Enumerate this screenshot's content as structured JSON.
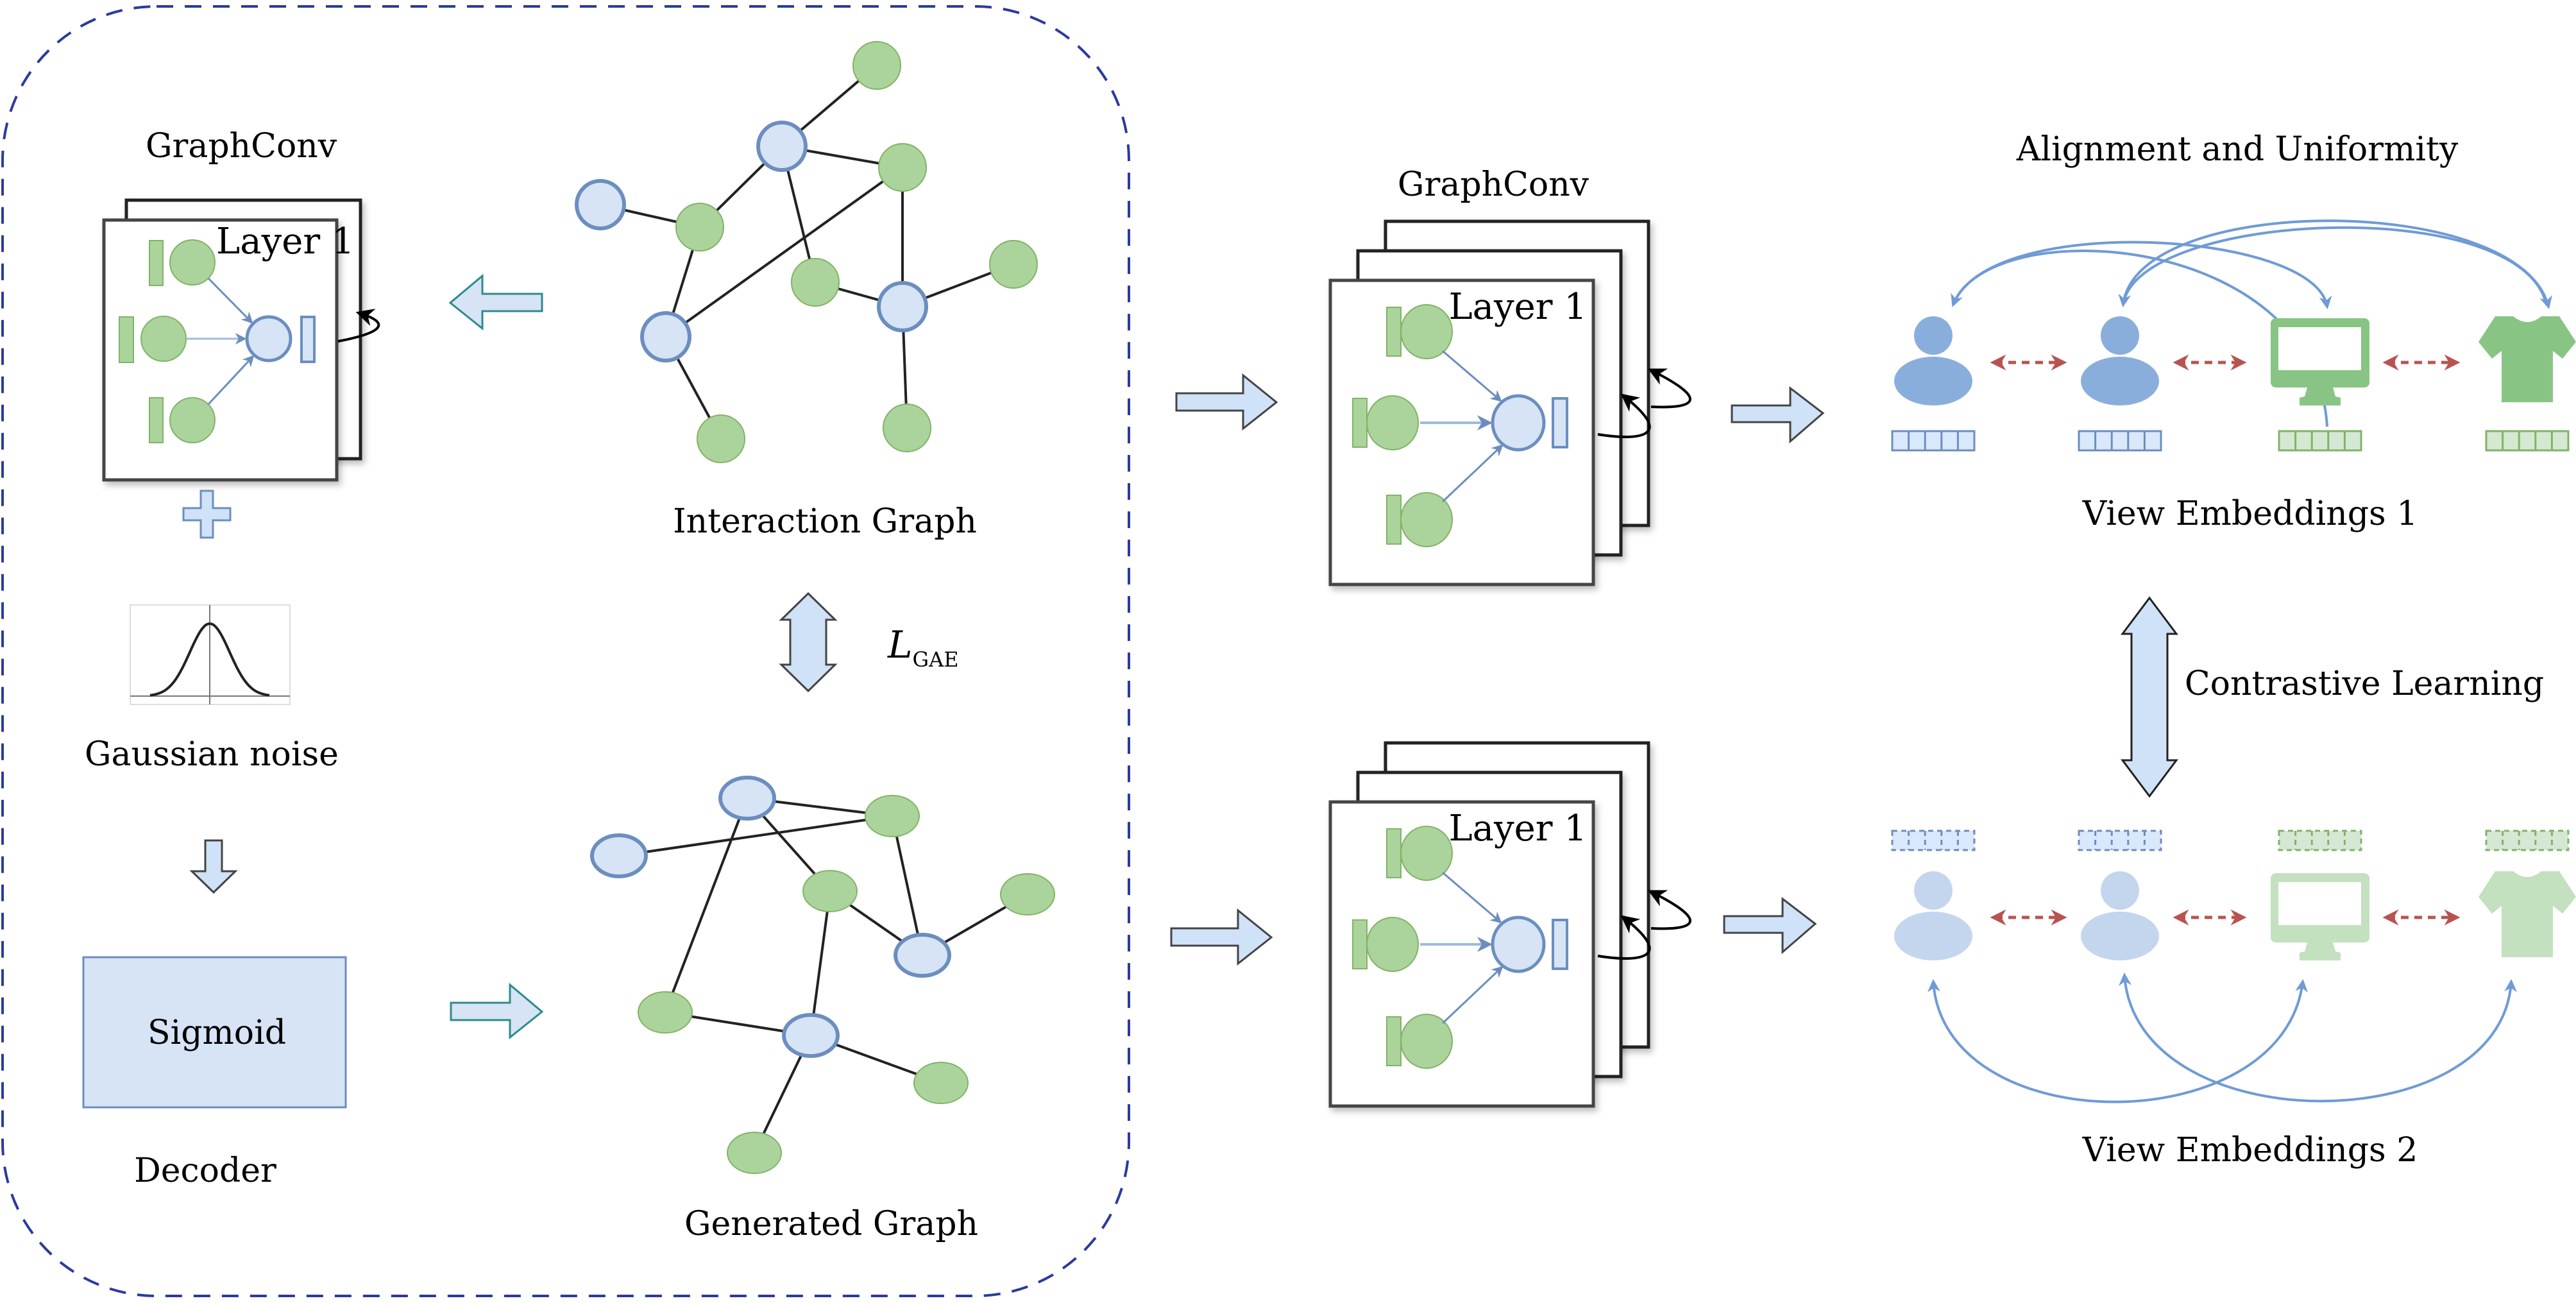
{
  "colors": {
    "user_node_fill": "#d6e4f5",
    "user_node_stroke": "#6c8ebf",
    "item_node_fill": "#abd49c",
    "item_node_stroke": "#82b366",
    "border_dashed": "#2b3a9e",
    "arrow_fill": "#cfe2f7",
    "arrow_stroke_dark": "#444444",
    "arrow_stroke_teal": "#2e8b8b",
    "icon_blue": "#8aaedc",
    "icon_blue_light": "#c4d6ee",
    "icon_green": "#88c484",
    "icon_green_light": "#c3e0bf",
    "pair_arrow": "#b85450",
    "curve_arrow": "#6f9bd6",
    "sigmoid_fill": "#d6e4f5",
    "sigmoid_stroke": "#6c8ebf"
  },
  "encoder": {
    "title": "GraphConv",
    "layer_label": "Layer 1"
  },
  "noise": {
    "label": "Gaussian noise",
    "icon": "gaussian-curve-icon",
    "op_icon": "plus-icon"
  },
  "decoder": {
    "box_label": "Sigmoid",
    "label": "Decoder"
  },
  "interaction_graph": {
    "label": "Interaction Graph",
    "nodes": [
      {
        "id": "u1",
        "type": "user"
      },
      {
        "id": "u2",
        "type": "user"
      },
      {
        "id": "u3",
        "type": "user"
      },
      {
        "id": "u4",
        "type": "user"
      },
      {
        "id": "i1",
        "type": "item"
      },
      {
        "id": "i2",
        "type": "item"
      },
      {
        "id": "i3",
        "type": "item"
      },
      {
        "id": "i4",
        "type": "item"
      },
      {
        "id": "i5",
        "type": "item"
      },
      {
        "id": "i6",
        "type": "item"
      },
      {
        "id": "i7",
        "type": "item"
      }
    ],
    "edges": [
      [
        "u1",
        "i1"
      ],
      [
        "u1",
        "i2"
      ],
      [
        "u1",
        "i3"
      ],
      [
        "u1",
        "i4"
      ],
      [
        "u2",
        "i2"
      ],
      [
        "u3",
        "i2"
      ],
      [
        "u3",
        "i4"
      ],
      [
        "u3",
        "i6"
      ],
      [
        "u4",
        "i4"
      ],
      [
        "u4",
        "i5"
      ],
      [
        "u4",
        "i7"
      ],
      [
        "u4",
        "i3"
      ]
    ]
  },
  "loss": {
    "symbol": "L",
    "subscript": "GAE"
  },
  "generated_graph": {
    "label": "Generated Graph",
    "nodes": [
      {
        "id": "u1",
        "type": "user"
      },
      {
        "id": "u2",
        "type": "user"
      },
      {
        "id": "u3",
        "type": "user"
      },
      {
        "id": "u4",
        "type": "user"
      },
      {
        "id": "i1",
        "type": "item"
      },
      {
        "id": "i2",
        "type": "item"
      },
      {
        "id": "i3",
        "type": "item"
      },
      {
        "id": "i4",
        "type": "item"
      },
      {
        "id": "i5",
        "type": "item"
      },
      {
        "id": "i6",
        "type": "item"
      }
    ],
    "edges": [
      [
        "u1",
        "i1"
      ],
      [
        "u1",
        "i2"
      ],
      [
        "u1",
        "i4"
      ],
      [
        "u2",
        "i4"
      ],
      [
        "u3",
        "i1"
      ],
      [
        "u3",
        "i2"
      ],
      [
        "u3",
        "i3"
      ],
      [
        "u3",
        "i5"
      ],
      [
        "u4",
        "i4"
      ],
      [
        "u4",
        "i2"
      ],
      [
        "u4",
        "i6"
      ]
    ]
  },
  "view_encoders": [
    {
      "title": "GraphConv",
      "layer_label": "Layer 1"
    },
    {
      "title": "",
      "layer_label": "Layer 1"
    }
  ],
  "alignment": {
    "title": "Alignment and Uniformity"
  },
  "contrastive": {
    "label": "Contrastive Learning"
  },
  "views": [
    {
      "label": "View Embeddings 1",
      "entities": [
        {
          "kind": "user",
          "icon": "user-icon"
        },
        {
          "kind": "user",
          "icon": "user-icon"
        },
        {
          "kind": "item",
          "icon": "monitor-icon"
        },
        {
          "kind": "item",
          "icon": "tshirt-icon"
        }
      ],
      "embedding_cells": 5,
      "embedding_style": "solid"
    },
    {
      "label": "View Embeddings 2",
      "entities": [
        {
          "kind": "user",
          "icon": "user-icon"
        },
        {
          "kind": "user",
          "icon": "user-icon"
        },
        {
          "kind": "item",
          "icon": "monitor-icon"
        },
        {
          "kind": "item",
          "icon": "tshirt-icon"
        }
      ],
      "embedding_cells": 5,
      "embedding_style": "dashed"
    }
  ]
}
